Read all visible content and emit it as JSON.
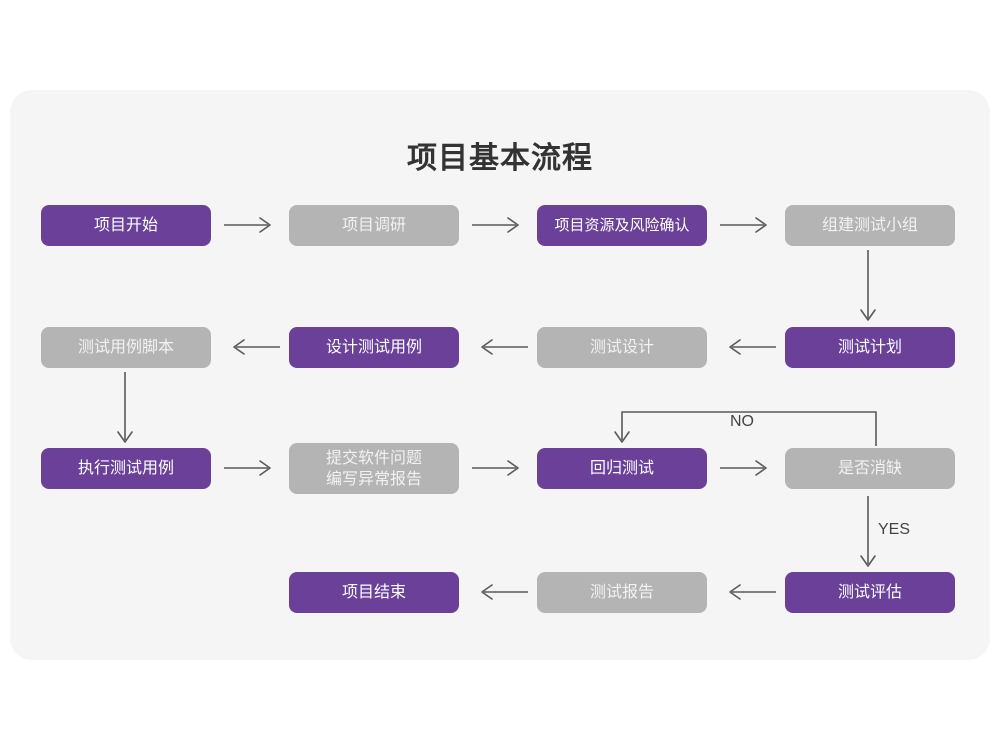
{
  "page": {
    "background_color": "#ffffff",
    "panel_color": "#f5f5f6",
    "title": "项目基本流程"
  },
  "colors": {
    "purple": "#6a4099",
    "gray": "#b4b4b4",
    "purple_text": "#ffffff",
    "gray_text": "#f2f2f2",
    "line": "#5a5a5a",
    "title_text": "#333333"
  },
  "nodes": [
    {
      "id": "n1",
      "label": "项目开始",
      "style": "purple",
      "row": 1,
      "col": 1
    },
    {
      "id": "n2",
      "label": "项目调研",
      "style": "gray",
      "row": 1,
      "col": 2
    },
    {
      "id": "n3",
      "label": "项目资源及风险确认",
      "style": "purple",
      "row": 1,
      "col": 3
    },
    {
      "id": "n4",
      "label": "组建测试小组",
      "style": "gray",
      "row": 1,
      "col": 4
    },
    {
      "id": "n5",
      "label": "测试用例脚本",
      "style": "gray",
      "row": 2,
      "col": 1
    },
    {
      "id": "n6",
      "label": "设计测试用例",
      "style": "purple",
      "row": 2,
      "col": 2
    },
    {
      "id": "n7",
      "label": "测试设计",
      "style": "gray",
      "row": 2,
      "col": 3
    },
    {
      "id": "n8",
      "label": "测试计划",
      "style": "purple",
      "row": 2,
      "col": 4
    },
    {
      "id": "n9",
      "label": "执行测试用例",
      "style": "purple",
      "row": 3,
      "col": 1
    },
    {
      "id": "n10",
      "label": "提交软件问题\n编写异常报告",
      "style": "gray",
      "row": 3,
      "col": 2
    },
    {
      "id": "n11",
      "label": "回归测试",
      "style": "purple",
      "row": 3,
      "col": 3
    },
    {
      "id": "n12",
      "label": "是否消缺",
      "style": "gray",
      "row": 3,
      "col": 4
    },
    {
      "id": "n13",
      "label": "项目结束",
      "style": "purple",
      "row": 4,
      "col": 2
    },
    {
      "id": "n14",
      "label": "测试报告",
      "style": "gray",
      "row": 4,
      "col": 3
    },
    {
      "id": "n15",
      "label": "测试评估",
      "style": "purple",
      "row": 4,
      "col": 4
    }
  ],
  "edge_labels": {
    "no": "NO",
    "yes": "YES"
  },
  "flow_sequence": [
    "项目开始",
    "项目调研",
    "项目资源及风险确认",
    "组建测试小组",
    "测试计划",
    "测试设计",
    "设计测试用例",
    "测试用例脚本",
    "执行测试用例",
    "提交软件问题编写异常报告",
    "回归测试",
    "是否消缺",
    "测试评估",
    "测试报告",
    "项目结束"
  ]
}
